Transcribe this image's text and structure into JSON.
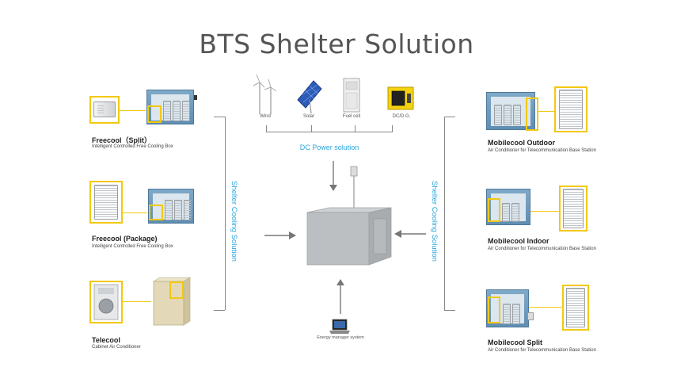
{
  "title": "BTS Shelter Solution",
  "power_sources": [
    {
      "label": "Wind",
      "icon": "wind-turbine-icon"
    },
    {
      "label": "Solar",
      "icon": "solar-panel-icon"
    },
    {
      "label": "Fuel cell",
      "icon": "fuel-cell-icon"
    },
    {
      "label": "DC/D.G.",
      "icon": "generator-icon"
    }
  ],
  "dc_power_label": "DC Power solution",
  "shelter_cooling_label": "Shelter Cooling Solution",
  "energy_manager_label": "Energy manager system",
  "left_products": [
    {
      "name": "Freecool（Split）",
      "desc": "Intelligent Controlled Free Cooling Box"
    },
    {
      "name": "Freecool (Package)",
      "desc": "Intelligent Controlled Free Cooling Box"
    },
    {
      "name": "Telecool",
      "desc": "Cabinet Air Conditioner"
    }
  ],
  "right_products": [
    {
      "name": "Mobilecool Outdoor",
      "desc": "Air Conditioner for Telecommunication Base Station"
    },
    {
      "name": "Mobilecool Indoor",
      "desc": "Air Conditioner for Telecommunication Base Station"
    },
    {
      "name": "Mobilecool Split",
      "desc": "Air Conditioner for Telecommunication Base Station"
    }
  ],
  "colors": {
    "accent_blue": "#2aa6de",
    "highlight_yellow": "#f2c811",
    "cabinet_blue": "#6d98bb",
    "shelter_gray": "#b9bcbe"
  }
}
